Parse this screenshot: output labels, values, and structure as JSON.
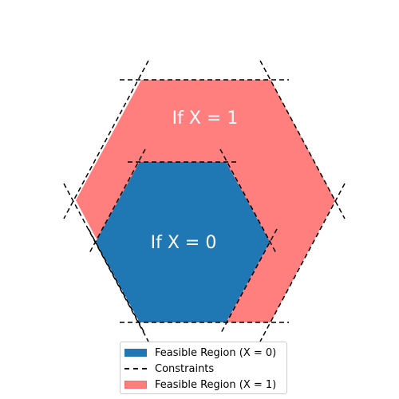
{
  "labels": {
    "x1": "If X = 1",
    "x0": "If X = 0"
  },
  "legend": [
    {
      "label": "Feasible Region (X = 0)",
      "kind": "patch",
      "color": "#1f77b4",
      "edge": "#1f77b4"
    },
    {
      "label": "Constraints",
      "kind": "dashed-line",
      "color": "#000000"
    },
    {
      "label": "Feasible Region (X = 1)",
      "kind": "patch",
      "color": "#ff7f7f",
      "edge": "#ff6666"
    }
  ],
  "colors": {
    "region_x1": "#ff7f7f",
    "region_x0": "#1f77b4",
    "constraint": "#000000",
    "label_text": "#ffffff"
  }
}
